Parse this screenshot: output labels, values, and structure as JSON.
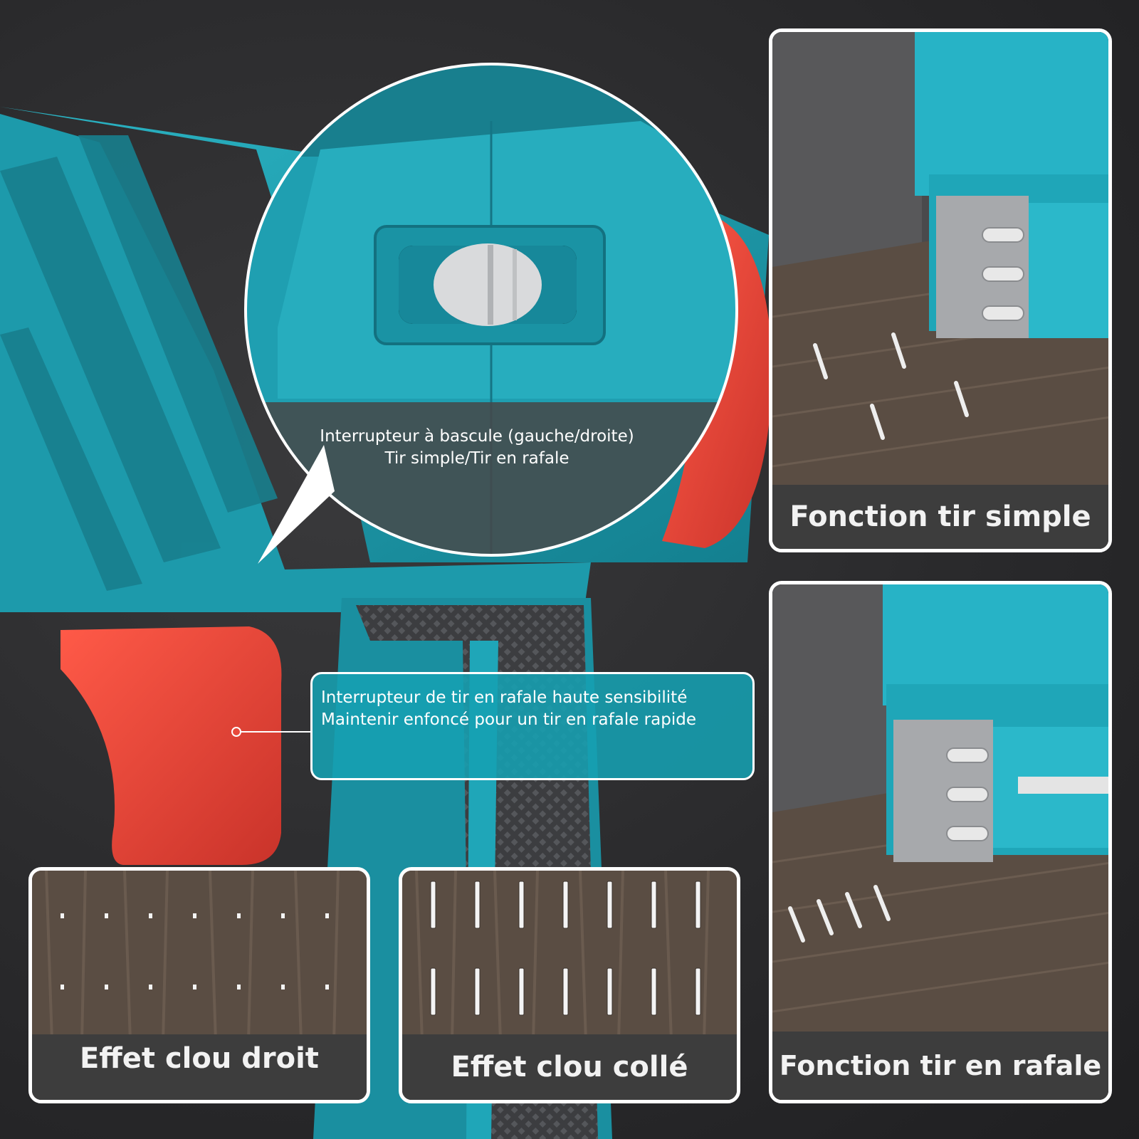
{
  "main": {
    "switch_callout": {
      "line1": "Interrupteur à bascule (gauche/droite)",
      "line2": "Tir simple/Tir en rafale"
    },
    "trigger_callout": {
      "line1": "Interrupteur de tir en rafale haute sensibilité",
      "line2": "Maintenir enfoncé pour un tir en rafale rapide"
    }
  },
  "panels": {
    "single_fire": {
      "label": "Fonction tir simple"
    },
    "burst_fire": {
      "label": "Fonction tir en rafale"
    },
    "straight_nail": {
      "label": "Effet clou droit"
    },
    "glued_nail": {
      "label": "Effet clou collé"
    }
  },
  "colors": {
    "teal": "#1fa6b8",
    "red": "#e8493b",
    "background": "#2b2b2d",
    "wood": "#5a4d43"
  }
}
